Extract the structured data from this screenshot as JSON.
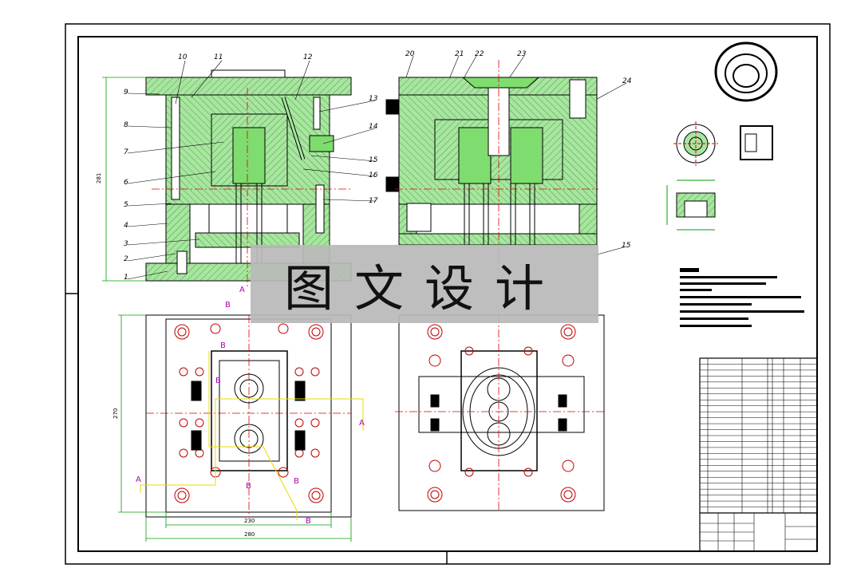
{
  "watermark": {
    "text": "图文设计"
  },
  "part_labels": [
    "1",
    "2",
    "3",
    "4",
    "5",
    "6",
    "7",
    "8",
    "9",
    "10",
    "11",
    "12",
    "13",
    "14",
    "15",
    "16",
    "17",
    "20",
    "21",
    "22",
    "23",
    "24",
    "15"
  ],
  "dimensions": {
    "left_height": "281",
    "plan_height": "270",
    "plan_inner_width": "230",
    "plan_outer_width": "280"
  },
  "section_markers": [
    "A",
    "A",
    "A",
    "B",
    "B",
    "B",
    "B",
    "B",
    "B"
  ],
  "colors": {
    "fill": "#a8e6a0",
    "line": "#000000",
    "center": "#e00000",
    "dim": "#00a000",
    "section": "#b000b0"
  }
}
